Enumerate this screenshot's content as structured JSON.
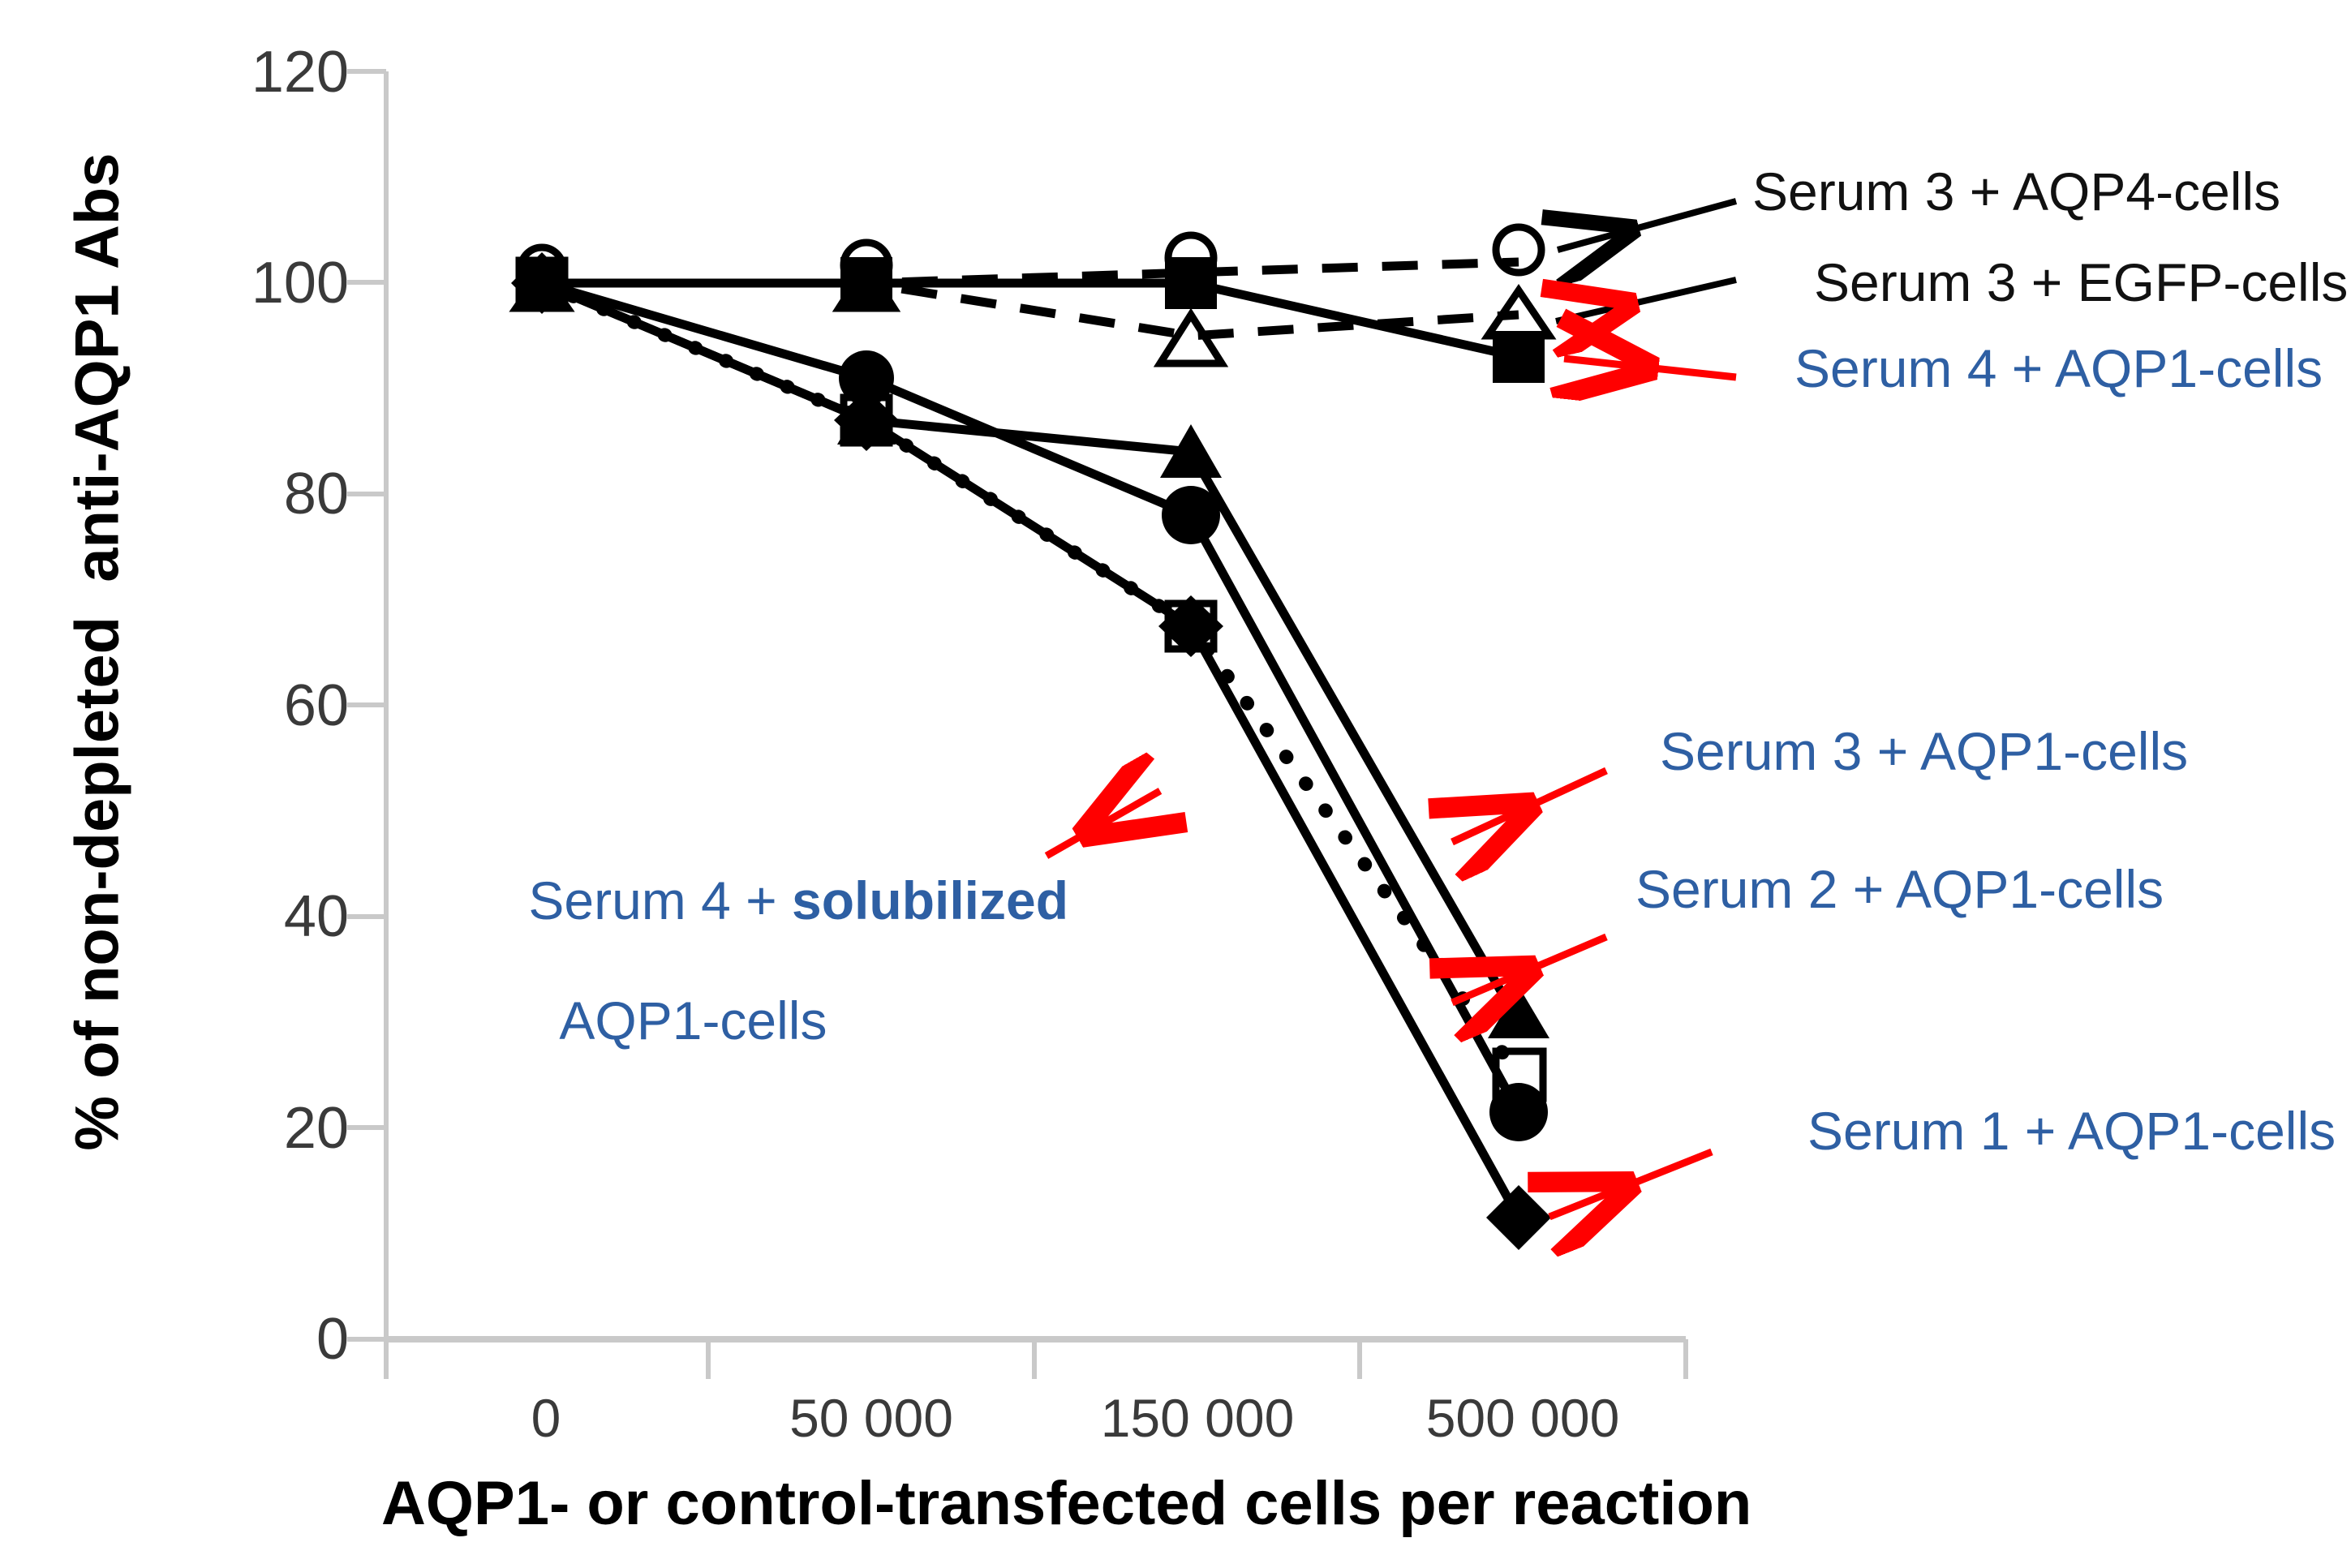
{
  "chart_data": {
    "type": "line",
    "title": "",
    "xlabel": "AQP1- or control-transfected cells per reaction",
    "ylabel": "% of non-depleted  anti-AQP1 Abs",
    "categories": [
      "0",
      "50 000",
      "150 000",
      "500 000"
    ],
    "x_values": [
      0,
      50000,
      150000,
      500000
    ],
    "ylim": [
      0,
      120
    ],
    "yticks": [
      "0",
      "20",
      "40",
      "60",
      "80",
      "100",
      "120"
    ],
    "ytick_values": [
      0,
      20,
      40,
      60,
      80,
      100,
      120
    ],
    "grid": false,
    "legend": "annotations-with-arrows",
    "series": [
      {
        "name": "Serum 3 + AQP4-cells",
        "values": [
          100,
          100,
          101,
          102
        ],
        "marker": "open-circle",
        "line": "dashed",
        "color": "#000000"
      },
      {
        "name": "Serum 3 + EGFP-cells",
        "values": [
          100,
          100,
          95,
          97
        ],
        "marker": "open-triangle",
        "line": "dashed",
        "color": "#000000"
      },
      {
        "name": "Serum 4 + AQP1-cells",
        "values": [
          100,
          100,
          100,
          93
        ],
        "marker": "filled-square",
        "line": "solid",
        "color": "#000000"
      },
      {
        "name": "Serum 3 + AQP1-cells",
        "values": [
          100,
          87,
          84,
          30
        ],
        "marker": "filled-triangle",
        "line": "solid",
        "color": "#000000"
      },
      {
        "name": "Serum 2 + AQP1-cells",
        "values": [
          100,
          91,
          78,
          21.5
        ],
        "marker": "filled-circle",
        "line": "solid",
        "color": "#000000"
      },
      {
        "name": "Serum 1 + AQP1-cells",
        "values": [
          100,
          87,
          67.5,
          11.5
        ],
        "marker": "filled-diamond",
        "line": "solid",
        "color": "#000000"
      },
      {
        "name": "Serum 4 + solubilized AQP1-cells",
        "values": [
          100,
          87,
          67.5,
          25
        ],
        "marker": "open-square",
        "line": "dotted",
        "color": "#000000"
      }
    ],
    "annotations": [
      {
        "text": "Serum 3 + AQP4-cells",
        "color": "#111111",
        "arrow_color": "#000000"
      },
      {
        "text": "Serum 3 + EGFP-cells",
        "color": "#111111",
        "arrow_color": "#000000"
      },
      {
        "text": "Serum 4 + AQP1-cells",
        "color": "#2e5fa3",
        "arrow_color": "#ff0000"
      },
      {
        "text": "Serum 3 + AQP1-cells",
        "color": "#2e5fa3",
        "arrow_color": "#ff0000"
      },
      {
        "text": "Serum 2 + AQP1-cells",
        "color": "#2e5fa3",
        "arrow_color": "#ff0000"
      },
      {
        "text": "Serum 1 + AQP1-cells",
        "color": "#2e5fa3",
        "arrow_color": "#ff0000"
      },
      {
        "text_line1_prefix": "Serum 4 + ",
        "text_line1_bold": "solubilized",
        "text_line2": "AQP1-cells",
        "color": "#2e5fa3",
        "arrow_color": "#ff0000"
      }
    ]
  },
  "axis": {
    "y_title": "% of non-depleted  anti-AQP1 Abs",
    "x_title": "AQP1- or control-transfected cells per reaction",
    "y_ticks": [
      "120",
      "100",
      "80",
      "60",
      "40",
      "20",
      "0"
    ],
    "x_ticks": [
      "0",
      "50 000",
      "150 000",
      "500 000"
    ]
  },
  "colors": {
    "blue_label": "#2e5fa3",
    "red_arrow": "#ff0000",
    "black": "#000000",
    "axis_gray": "#bfbfbf"
  }
}
